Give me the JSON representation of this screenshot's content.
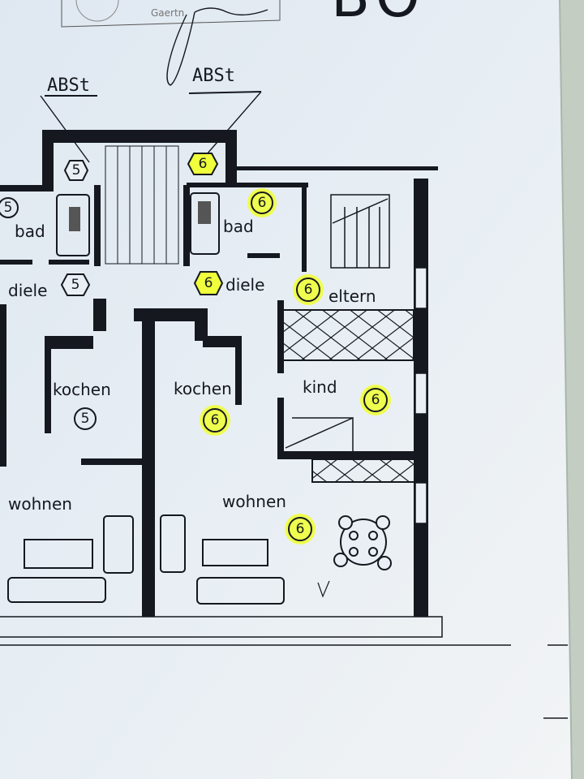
{
  "header": {
    "stamp_text": "Gaertn",
    "big_letters": "BO",
    "signature": "Gaertner"
  },
  "annotations": [
    {
      "label": "ABSt"
    },
    {
      "label": "ABSt"
    }
  ],
  "rooms": {
    "bad_left": "bad",
    "bad_right": "bad",
    "diele_left": "diele",
    "diele_right": "diele",
    "eltern": "eltern",
    "kind": "kind",
    "kochen_left": "kochen",
    "kochen_right": "kochen",
    "wohnen_left": "wohnen",
    "wohnen_right": "wohnen"
  },
  "markers": {
    "stair_left": "5",
    "stair_right": "6",
    "bad_left": "5",
    "bad_right": "6",
    "diele_left": "5",
    "diele_right": "6",
    "eltern": "6",
    "kochen_left": "5",
    "kochen_right": "6",
    "kind": "6",
    "wohnen_right": "6"
  },
  "colors": {
    "paper": "#e6edf3",
    "ink": "#15191f",
    "highlight": "#f0ff3c",
    "background": "#c3cdc2"
  }
}
